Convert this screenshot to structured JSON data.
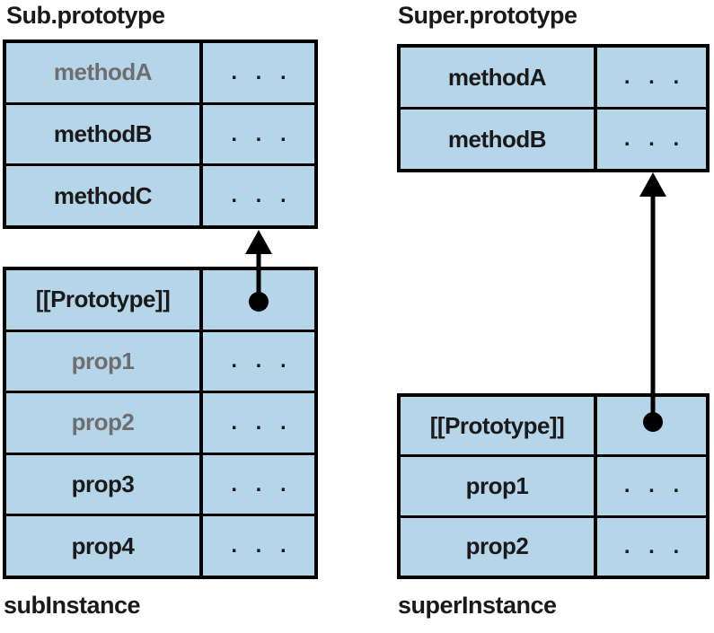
{
  "diagram": {
    "colors": {
      "cell_fill": "#b5d5e9",
      "border": "#000000",
      "text": "#1a1a1a",
      "muted_text": "#6e6e6e",
      "arrow": "#000000",
      "background": "#ffffff"
    },
    "tables": {
      "sub_prototype": {
        "title": "Sub.prototype",
        "rows": [
          {
            "label": "methodA",
            "value": ". . ."
          },
          {
            "label": "methodB",
            "value": ". . ."
          },
          {
            "label": "methodC",
            "value": ". . ."
          }
        ]
      },
      "sub_instance": {
        "caption": "subInstance",
        "rows": [
          {
            "label": "[[Prototype]]",
            "value": ""
          },
          {
            "label": "prop1",
            "value": ". . ."
          },
          {
            "label": "prop2",
            "value": ". . ."
          },
          {
            "label": "prop3",
            "value": ". . ."
          },
          {
            "label": "prop4",
            "value": ". . ."
          }
        ]
      },
      "super_prototype": {
        "title": "Super.prototype",
        "rows": [
          {
            "label": "methodA",
            "value": ". . ."
          },
          {
            "label": "methodB",
            "value": ". . ."
          }
        ]
      },
      "super_instance": {
        "caption": "superInstance",
        "rows": [
          {
            "label": "[[Prototype]]",
            "value": ""
          },
          {
            "label": "prop1",
            "value": ". . ."
          },
          {
            "label": "prop2",
            "value": ". . ."
          }
        ]
      }
    }
  }
}
